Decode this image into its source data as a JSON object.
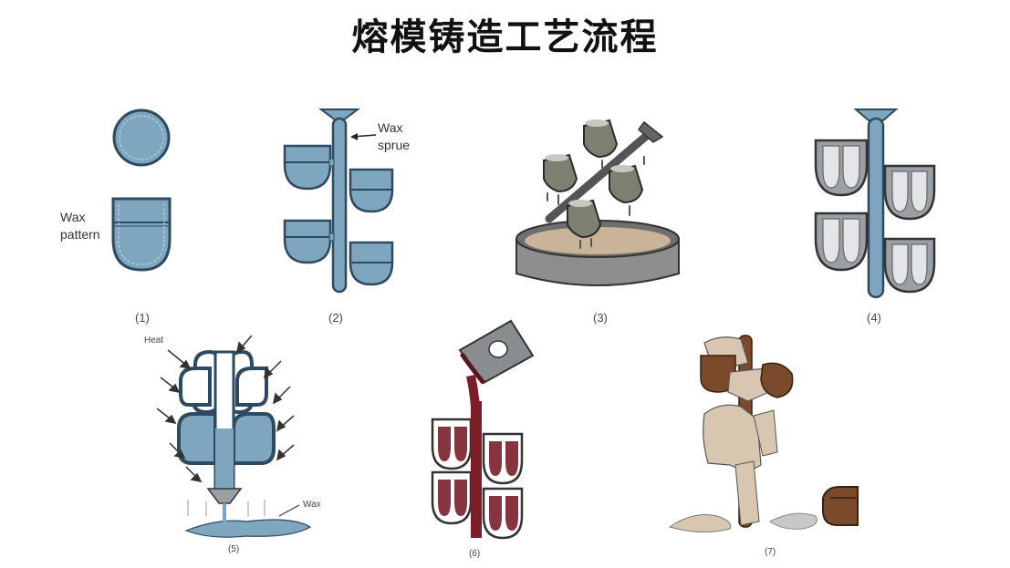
{
  "title": "熔模铸造工艺流程",
  "labels": {
    "wax_pattern_1": "Wax",
    "wax_pattern_2": "pattern",
    "wax_sprue_1": "Wax",
    "wax_sprue_2": "sprue",
    "heat": "Heat",
    "wax": "Wax"
  },
  "steps": [
    "(1)",
    "(2)",
    "(3)",
    "(4)",
    "(5)",
    "(6)",
    "(7)"
  ],
  "colors": {
    "wax": "#7fa6bf",
    "wax_dark": "#2e4a60",
    "slurry": "#c9b49a",
    "shell": "#9aa0a6",
    "metal": "#7a1f2a",
    "sand": "#d8c6b0",
    "casting": "#7b4a2a"
  }
}
